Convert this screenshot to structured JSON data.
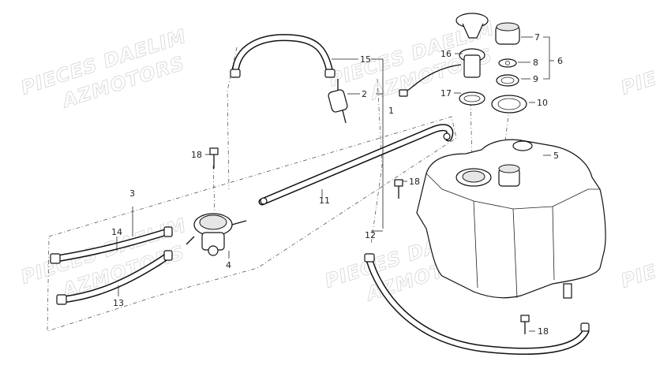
{
  "watermarks": [
    {
      "line1": "PIECES DAELIM",
      "line2": "AZMOTORS"
    },
    {
      "line1": "PIECES DAELIM",
      "line2": "AZMOTORS"
    },
    {
      "line1": "PIECES DAELIM",
      "line2": "AZMOTORS"
    },
    {
      "line1": "PIECES DAELIM",
      "line2": "AZMOTORS"
    },
    {
      "line1": "PIE",
      "line2": ""
    },
    {
      "line1": "PIE",
      "line2": ""
    }
  ],
  "callouts": {
    "c1": "1",
    "c2": "2",
    "c3": "3",
    "c4": "4",
    "c5": "5",
    "c6": "6",
    "c7": "7",
    "c8": "8",
    "c9": "9",
    "c10": "10",
    "c11": "11",
    "c12": "12",
    "c13": "13",
    "c14": "14",
    "c15": "15",
    "c16": "16",
    "c17": "17",
    "c18a": "18",
    "c18b": "18",
    "c18c": "18"
  },
  "parts": [
    {
      "ref": "1",
      "name": "fuel-line-assembly"
    },
    {
      "ref": "2",
      "name": "fuel-filter"
    },
    {
      "ref": "3",
      "name": "fuel-cock-assembly"
    },
    {
      "ref": "4",
      "name": "fuel-cock"
    },
    {
      "ref": "5",
      "name": "fuel-tank"
    },
    {
      "ref": "6",
      "name": "fuel-cap-assembly"
    },
    {
      "ref": "7",
      "name": "fuel-cap"
    },
    {
      "ref": "8",
      "name": "cap-washer"
    },
    {
      "ref": "9",
      "name": "cap-seal"
    },
    {
      "ref": "10",
      "name": "filler-neck-grommet"
    },
    {
      "ref": "11",
      "name": "fuel-tube"
    },
    {
      "ref": "12",
      "name": "drain-tube"
    },
    {
      "ref": "13",
      "name": "vacuum-tube"
    },
    {
      "ref": "14",
      "name": "fuel-tube-short"
    },
    {
      "ref": "15",
      "name": "breather-tube"
    },
    {
      "ref": "16",
      "name": "fuel-gauge-unit"
    },
    {
      "ref": "17",
      "name": "gauge-packing"
    },
    {
      "ref": "18",
      "name": "bolt"
    }
  ]
}
